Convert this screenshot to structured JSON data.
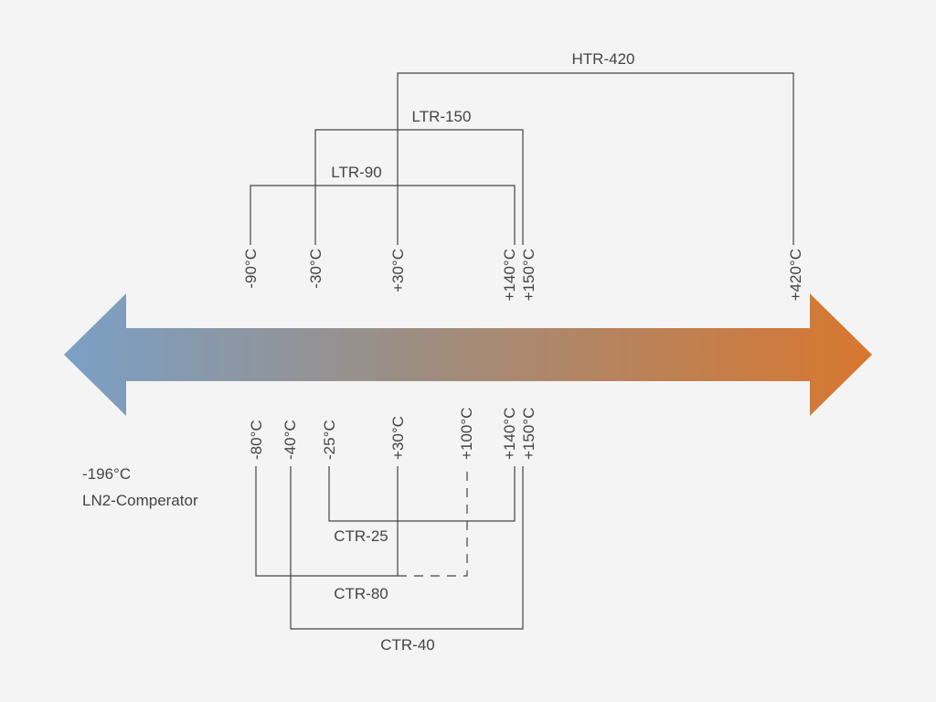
{
  "colors": {
    "background": "#f4f4f4",
    "arrow_cold": "#7aa0c6",
    "arrow_mid": "#9c8e84",
    "arrow_hot": "#d8772f",
    "line": "#444444"
  },
  "scale_arrow": {
    "shape": "double-headed-arrow",
    "gradient": "blue-to-orange"
  },
  "top_ticks": [
    {
      "id": "top-m90",
      "label": "-90°C"
    },
    {
      "id": "top-m30",
      "label": "-30°C"
    },
    {
      "id": "top-p30",
      "label": "+30°C"
    },
    {
      "id": "top-p140",
      "label": "+140°C"
    },
    {
      "id": "top-p150",
      "label": "+150°C"
    },
    {
      "id": "top-p420",
      "label": "+420°C"
    }
  ],
  "bottom_ticks": [
    {
      "id": "bot-m80",
      "label": "-80°C"
    },
    {
      "id": "bot-m40",
      "label": "-40°C"
    },
    {
      "id": "bot-m25",
      "label": "-25°C"
    },
    {
      "id": "bot-p30",
      "label": "+30°C"
    },
    {
      "id": "bot-p100",
      "label": "+100°C"
    },
    {
      "id": "bot-p140",
      "label": "+140°C"
    },
    {
      "id": "bot-p150",
      "label": "+150°C"
    }
  ],
  "ranges": [
    {
      "id": "htr-420",
      "label": "HTR-420",
      "from": "+30°C",
      "to": "+420°C",
      "side": "top",
      "style": "solid"
    },
    {
      "id": "ltr-150",
      "label": "LTR-150",
      "from": "-30°C",
      "to": "+150°C",
      "side": "top",
      "style": "solid"
    },
    {
      "id": "ltr-90",
      "label": "LTR-90",
      "from": "-90°C",
      "to": "+140°C",
      "side": "top",
      "style": "solid"
    },
    {
      "id": "ctr-25",
      "label": "CTR-25",
      "from": "-25°C",
      "to": "+140°C",
      "side": "bottom",
      "style": "solid"
    },
    {
      "id": "ctr-80",
      "label": "CTR-80",
      "from": "-80°C",
      "to": "+30°C",
      "extended_to": "+100°C",
      "side": "bottom",
      "style": "solid-then-dashed"
    },
    {
      "id": "ctr-40",
      "label": "CTR-40",
      "from": "-40°C",
      "to": "+150°C",
      "side": "bottom",
      "style": "solid"
    }
  ],
  "side_note": {
    "temperature": "-196°C",
    "name": "LN2-Comperator"
  }
}
